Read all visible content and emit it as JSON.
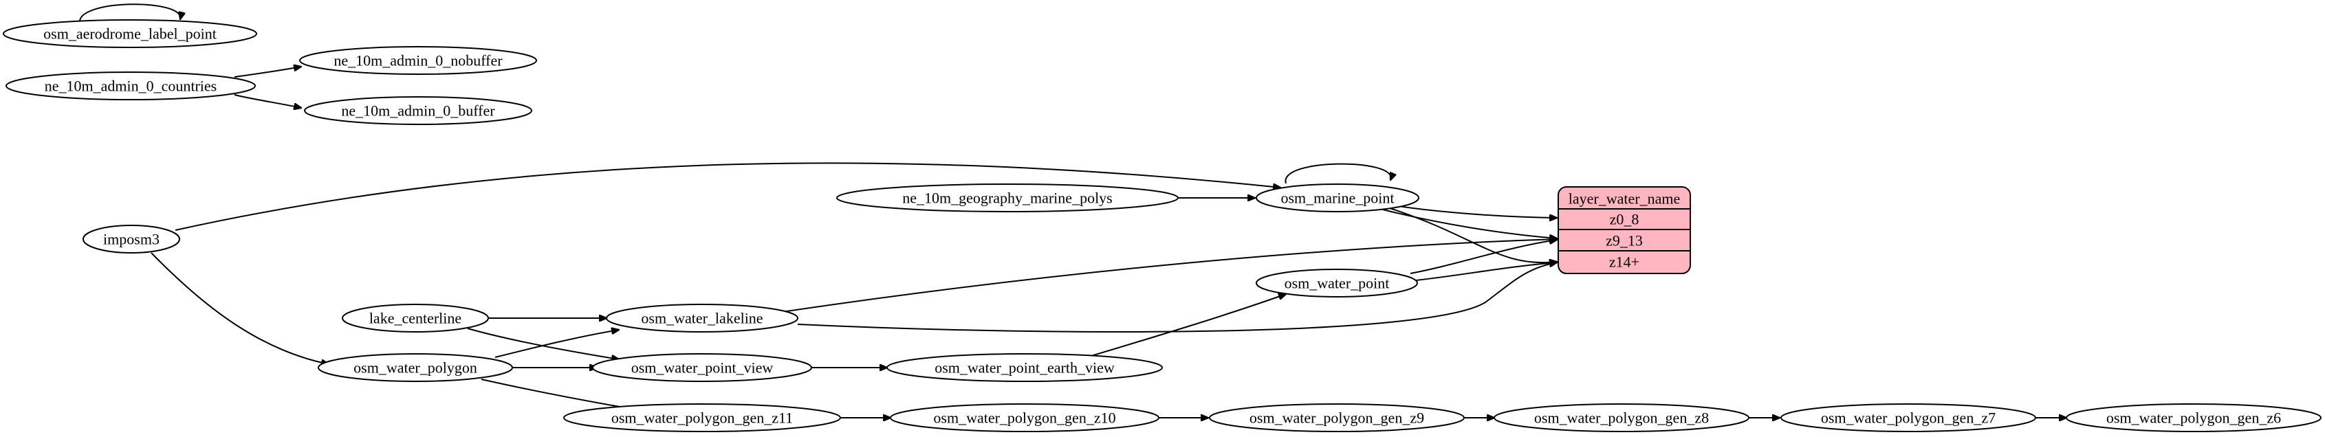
{
  "colors": {
    "record_fill": "#ffb6c1",
    "stroke": "#000000",
    "node_fill": "#ffffff"
  },
  "nodes": {
    "osm_aerodrome_label_point": "osm_aerodrome_label_point",
    "ne_10m_admin_0_countries": "ne_10m_admin_0_countries",
    "ne_10m_admin_0_nobuffer": "ne_10m_admin_0_nobuffer",
    "ne_10m_admin_0_buffer": "ne_10m_admin_0_buffer",
    "imposm3": "imposm3",
    "ne_10m_geography_marine_polys": "ne_10m_geography_marine_polys",
    "osm_marine_point": "osm_marine_point",
    "osm_water_point": "osm_water_point",
    "lake_centerline": "lake_centerline",
    "osm_water_lakeline": "osm_water_lakeline",
    "osm_water_polygon": "osm_water_polygon",
    "osm_water_point_view": "osm_water_point_view",
    "osm_water_point_earth_view": "osm_water_point_earth_view",
    "osm_water_polygon_gen_z11": "osm_water_polygon_gen_z11",
    "osm_water_polygon_gen_z10": "osm_water_polygon_gen_z10",
    "osm_water_polygon_gen_z9": "osm_water_polygon_gen_z9",
    "osm_water_polygon_gen_z8": "osm_water_polygon_gen_z8",
    "osm_water_polygon_gen_z7": "osm_water_polygon_gen_z7",
    "osm_water_polygon_gen_z6": "osm_water_polygon_gen_z6"
  },
  "layer": {
    "title": "layer_water_name",
    "fields": [
      "z0_8",
      "z9_13",
      "z14+"
    ]
  },
  "edges": [
    {
      "from": "osm_aerodrome_label_point",
      "to": "osm_aerodrome_label_point"
    },
    {
      "from": "ne_10m_admin_0_countries",
      "to": "ne_10m_admin_0_nobuffer"
    },
    {
      "from": "ne_10m_admin_0_countries",
      "to": "ne_10m_admin_0_buffer"
    },
    {
      "from": "imposm3",
      "to": "osm_marine_point"
    },
    {
      "from": "imposm3",
      "to": "osm_water_polygon"
    },
    {
      "from": "ne_10m_geography_marine_polys",
      "to": "osm_marine_point"
    },
    {
      "from": "osm_marine_point",
      "to": "osm_marine_point"
    },
    {
      "from": "osm_marine_point",
      "to": "layer_water_name:z0_8"
    },
    {
      "from": "osm_marine_point",
      "to": "layer_water_name:z9_13"
    },
    {
      "from": "osm_marine_point",
      "to": "layer_water_name:z14+"
    },
    {
      "from": "osm_water_point",
      "to": "layer_water_name:z9_13"
    },
    {
      "from": "osm_water_point",
      "to": "layer_water_name:z14+"
    },
    {
      "from": "osm_water_lakeline",
      "to": "layer_water_name:z9_13"
    },
    {
      "from": "osm_water_lakeline",
      "to": "layer_water_name:z14+"
    },
    {
      "from": "lake_centerline",
      "to": "osm_water_lakeline"
    },
    {
      "from": "lake_centerline",
      "to": "osm_water_point_view"
    },
    {
      "from": "osm_water_polygon",
      "to": "osm_water_lakeline"
    },
    {
      "from": "osm_water_polygon",
      "to": "osm_water_point_view"
    },
    {
      "from": "osm_water_polygon",
      "to": "osm_water_polygon_gen_z11"
    },
    {
      "from": "osm_water_point_view",
      "to": "osm_water_point_earth_view"
    },
    {
      "from": "osm_water_point_earth_view",
      "to": "osm_water_point"
    },
    {
      "from": "osm_water_polygon_gen_z11",
      "to": "osm_water_polygon_gen_z10"
    },
    {
      "from": "osm_water_polygon_gen_z10",
      "to": "osm_water_polygon_gen_z9"
    },
    {
      "from": "osm_water_polygon_gen_z9",
      "to": "osm_water_polygon_gen_z8"
    },
    {
      "from": "osm_water_polygon_gen_z8",
      "to": "osm_water_polygon_gen_z7"
    },
    {
      "from": "osm_water_polygon_gen_z7",
      "to": "osm_water_polygon_gen_z6"
    }
  ]
}
